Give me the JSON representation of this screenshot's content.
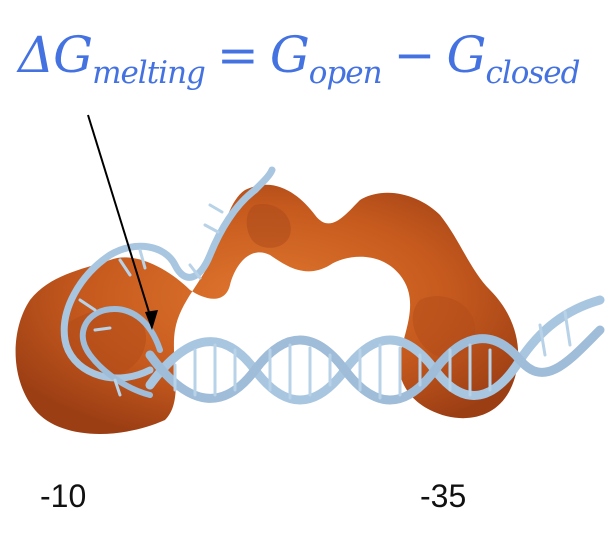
{
  "equation": {
    "delta_g": "ΔG",
    "melting_sub": "melting",
    "equals": "=",
    "g_open": "G",
    "open_sub": "open",
    "minus": "−",
    "g_closed": "G",
    "closed_sub": "closed"
  },
  "labels": {
    "left_position": "-10",
    "right_position": "-35"
  },
  "colors": {
    "equation_text": "#4472e0",
    "protein_surface": "#c65a1e",
    "dna_backbone": "#a9c6e0",
    "arrow": "#000000"
  }
}
